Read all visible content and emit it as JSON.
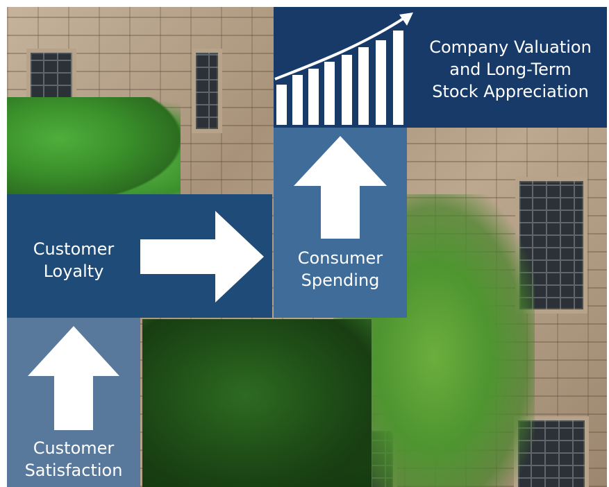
{
  "nodes": {
    "satisfaction": {
      "line1": "Customer",
      "line2": "Satisfaction"
    },
    "loyalty": {
      "line1": "Customer",
      "line2": "Loyalty"
    },
    "spending": {
      "line1": "Consumer",
      "line2": "Spending"
    },
    "valuation": {
      "line1": "Company Valuation",
      "line2": "and Long-Term",
      "line3": "Stock Appreciation"
    }
  },
  "icons": {
    "satisfaction_arrow": "arrow-up-icon",
    "loyalty_arrow": "arrow-right-icon",
    "spending_arrow": "arrow-up-icon",
    "valuation_icon": "growth-bar-chart-icon"
  },
  "colors": {
    "valuation_tile": "#173a68",
    "loyalty_tile": "#1f4b78",
    "spending_tile": "#3f6c98",
    "satisfaction_tile": "#58799c",
    "text": "#ffffff"
  }
}
